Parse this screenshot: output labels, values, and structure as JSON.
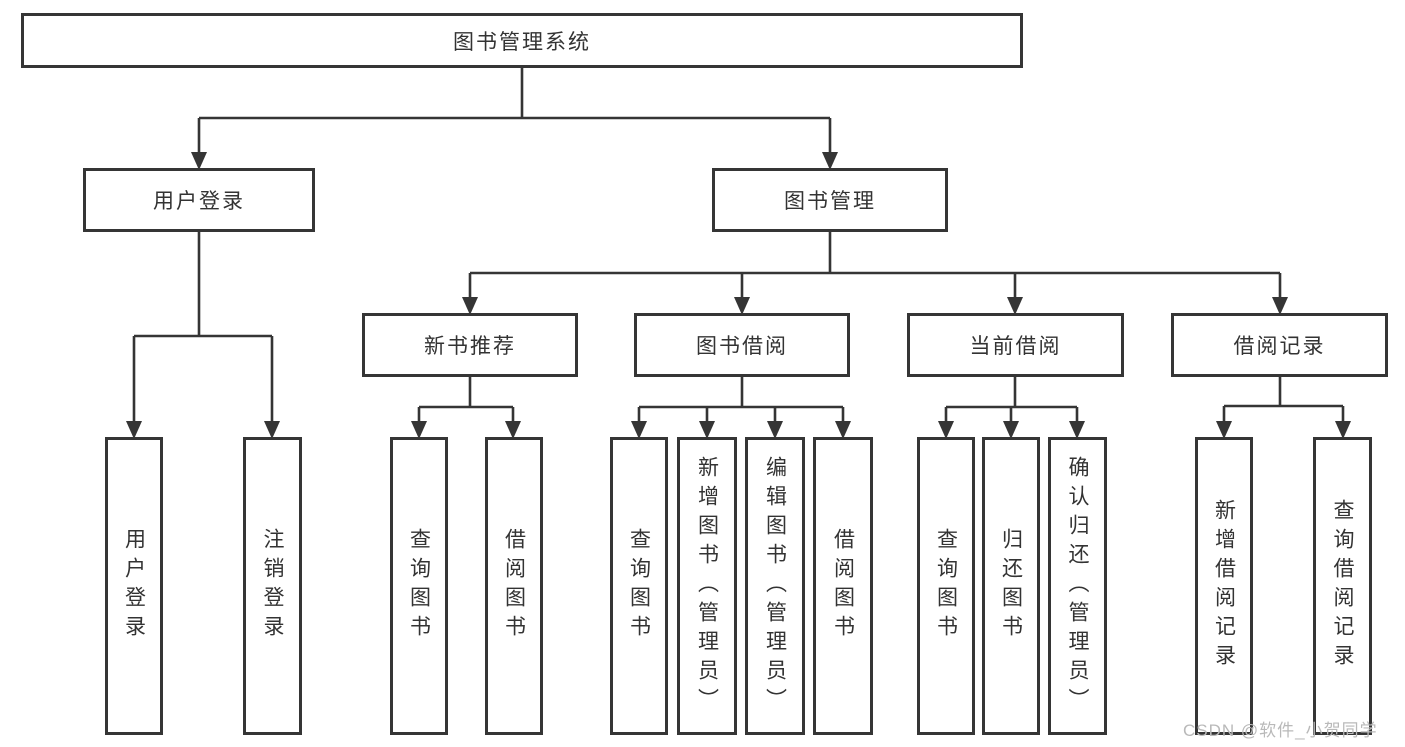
{
  "diagram": {
    "root": "图书管理系统",
    "level2": [
      "用户登录",
      "图书管理"
    ],
    "level3": [
      "新书推荐",
      "图书借阅",
      "当前借阅",
      "借阅记录"
    ],
    "leaves": [
      "用户登录",
      "注销登录",
      "查询图书",
      "借阅图书",
      "查询图书",
      "新增图书（管理员）",
      "编辑图书（管理员）",
      "借阅图书",
      "查询图书",
      "归还图书",
      "确认归还（管理员）",
      "新增借阅记录",
      "查询借阅记录"
    ]
  },
  "watermark": "CSDN @软件_小贺同学",
  "colors": {
    "line": "#353535",
    "text": "#333333",
    "watermark": "#b9b9b9",
    "background": "#ffffff"
  }
}
